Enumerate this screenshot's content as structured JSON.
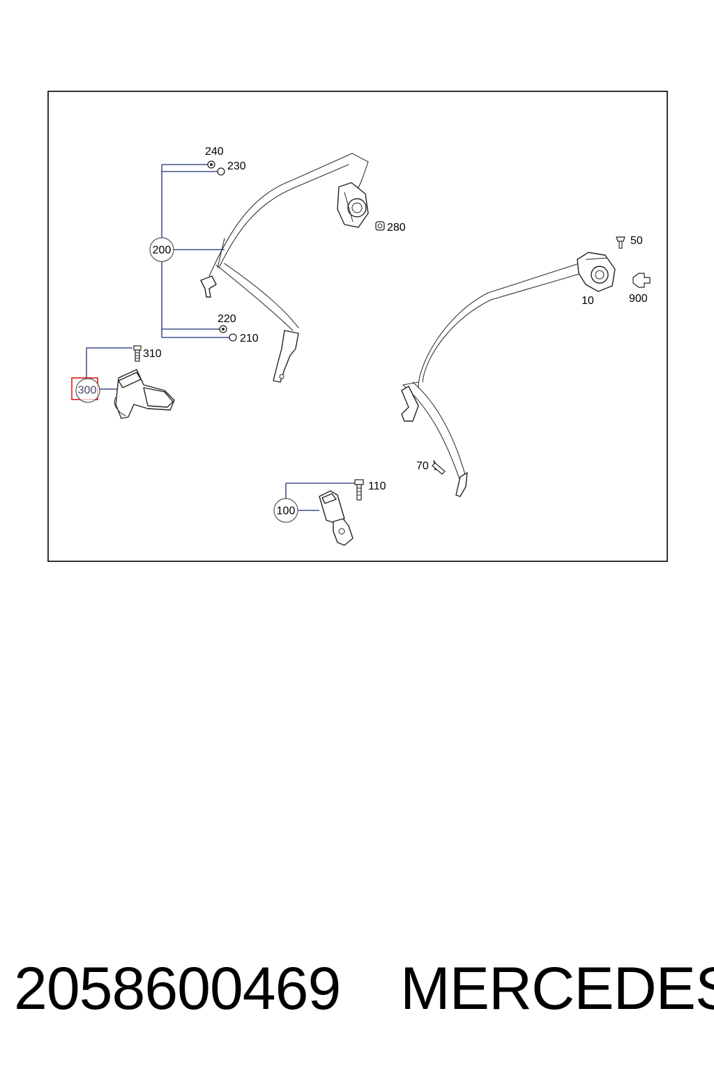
{
  "diagram": {
    "callouts": {
      "c200": "200",
      "c300": "300",
      "c100": "100"
    },
    "labels": {
      "l240": "240",
      "l230": "230",
      "l280": "280",
      "l220": "220",
      "l210": "210",
      "l310": "310",
      "l50": "50",
      "l10": "10",
      "l900": "900",
      "l70": "70",
      "l110": "110"
    },
    "highlight_color": "#e0191e"
  },
  "footer": {
    "part_number": "2058600469",
    "brand": "MERCEDES"
  }
}
